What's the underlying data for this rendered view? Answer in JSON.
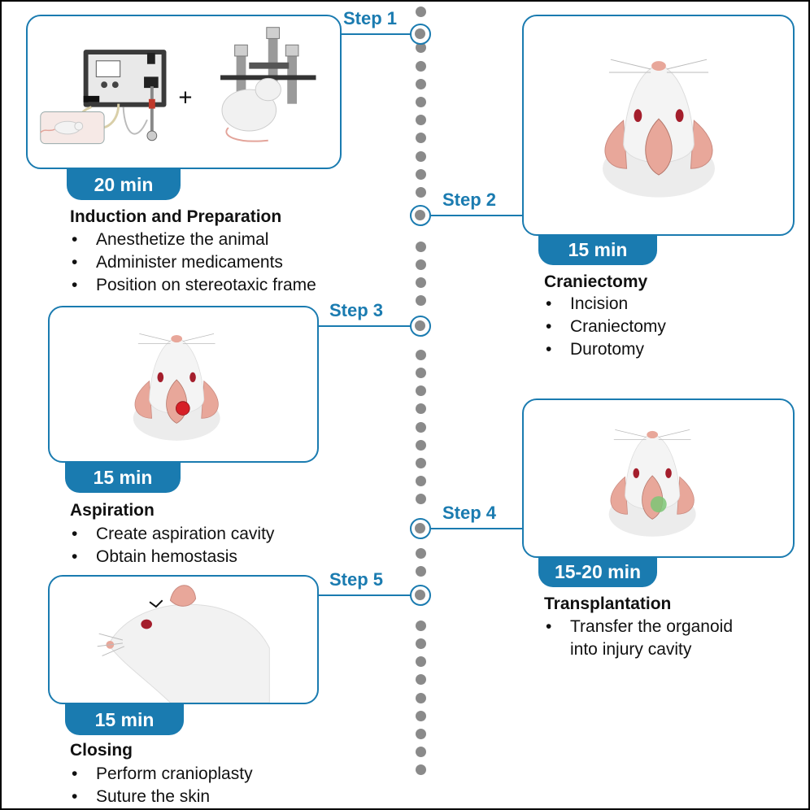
{
  "steps": [
    {
      "label": "Step 1",
      "time": "20 min",
      "title": "Induction and Preparation",
      "items": [
        "Anesthetize the animal",
        "Administer medicaments",
        "Position on stereotaxic frame"
      ]
    },
    {
      "label": "Step 2",
      "time": "15 min",
      "title": "Craniectomy",
      "items": [
        "Incision",
        "Craniectomy",
        "Durotomy"
      ]
    },
    {
      "label": "Step 3",
      "time": "15 min",
      "title": "Aspiration",
      "items": [
        "Create aspiration cavity",
        "Obtain hemostasis"
      ]
    },
    {
      "label": "Step 4",
      "time": "15-20 min",
      "title": "Transplantation",
      "items": [
        "Transfer the organoid",
        "into injury cavity"
      ]
    },
    {
      "label": "Step 5",
      "time": "15 min",
      "title": "Closing",
      "items": [
        "Perform cranioplasty",
        "Suture the skin"
      ]
    }
  ],
  "step1_operator": "+",
  "colors": {
    "accent": "#1a7bb0",
    "timeline_dot": "#8a8a8a",
    "tissue": "#e8a79a",
    "lesion": "#d61f26",
    "organoid": "#7cc576"
  },
  "icons": [
    "anesthesia-machine-icon",
    "stereotaxic-frame-icon",
    "rat-head-icon",
    "rat-side-icon"
  ]
}
